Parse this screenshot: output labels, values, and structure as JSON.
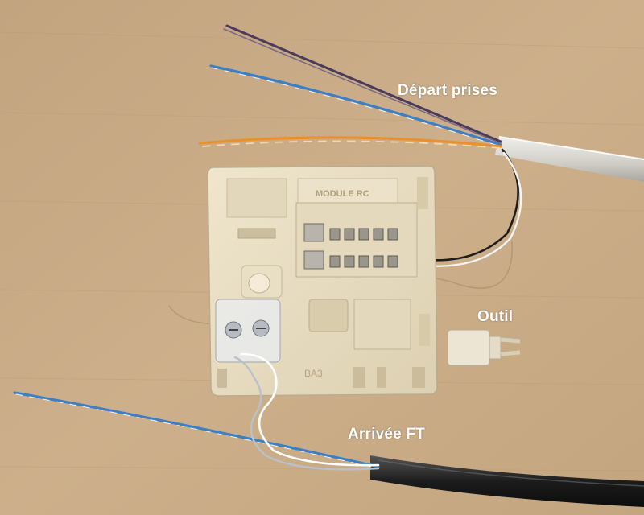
{
  "labels": {
    "depart": "Départ prises",
    "outil": "Outil",
    "arrivee": "Arrivée FT"
  },
  "module_marking": "MODULE RC",
  "base_marking": "BA3",
  "colors": {
    "background_cardboard": "#c8ab86",
    "plate_ivory": "#e8dcc0",
    "cable_grey": "#d4d2cc",
    "cable_black": "#1c1c1c",
    "wire_blue": "#3d7fc4",
    "wire_orange": "#e8912e",
    "wire_violet": "#4a3b5a",
    "label_text": "#ffffff"
  }
}
